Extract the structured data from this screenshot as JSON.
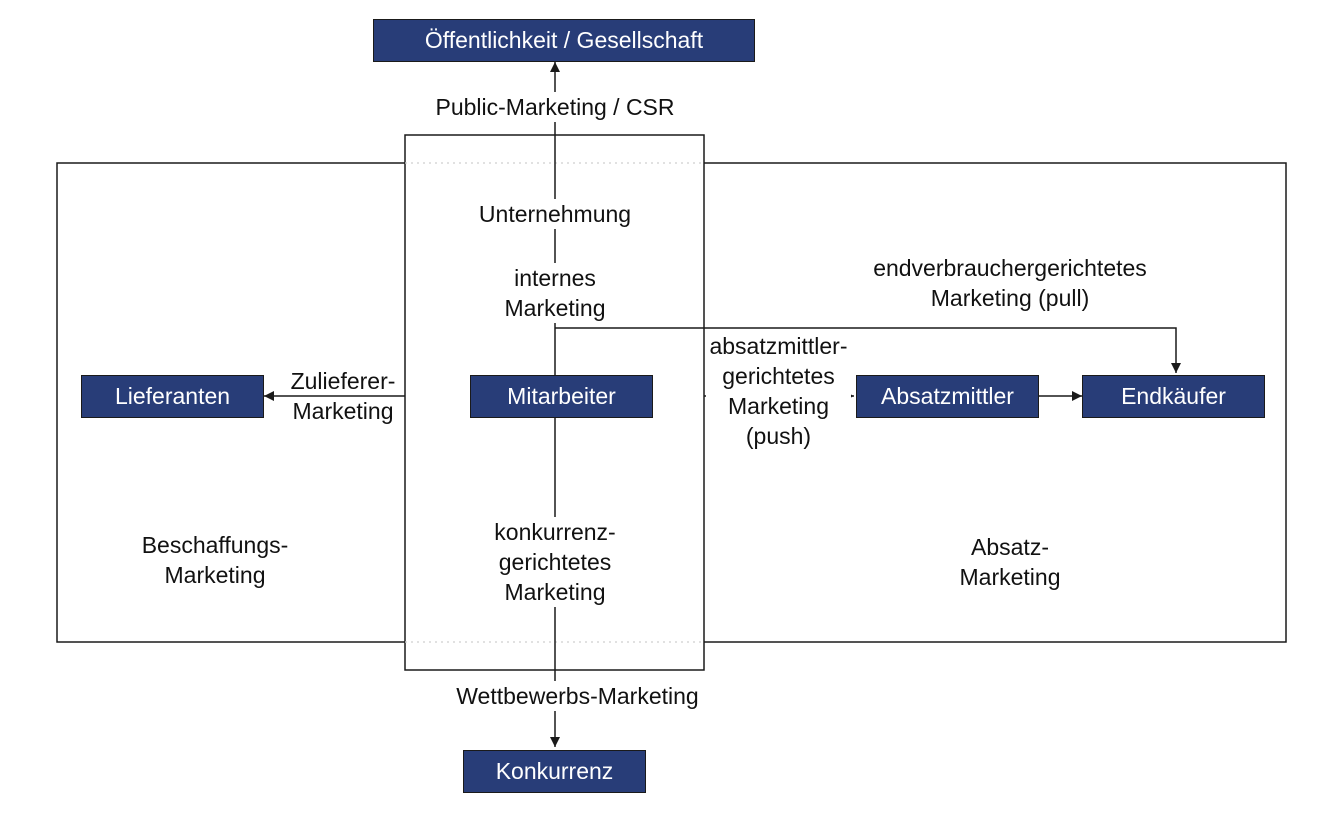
{
  "nodes": {
    "public": "Öffentlichkeit / Gesellschaft",
    "suppliers": "Lieferanten",
    "employees": "Mitarbeiter",
    "intermediaries": "Absatzmittler",
    "end_buyers": "Endkäufer",
    "competition": "Konkurrenz"
  },
  "labels": {
    "public_marketing": "Public-Marketing / CSR",
    "company": "Unternehmung",
    "internal_1": "internes",
    "internal_2": "Marketing",
    "supplier_mkt_1": "Zulieferer-",
    "supplier_mkt_2": "Marketing",
    "push_1": "absatzmittler-",
    "push_2": "gerichtetes",
    "push_3": "Marketing",
    "push_4": "(push)",
    "pull_1": "endverbrauchergerichtetes",
    "pull_2": "Marketing (pull)",
    "procurement_1": "Beschaffungs-",
    "procurement_2": "Marketing",
    "sales_1": "Absatz-",
    "sales_2": "Marketing",
    "competitor_mkt_1": "konkurrenz-",
    "competitor_mkt_2": "gerichtetes",
    "competitor_mkt_3": "Marketing",
    "competition_marketing": "Wettbewerbs-Marketing"
  },
  "colors": {
    "node_fill": "#283d78",
    "node_text": "#ffffff",
    "line": "#1a1a1a"
  }
}
